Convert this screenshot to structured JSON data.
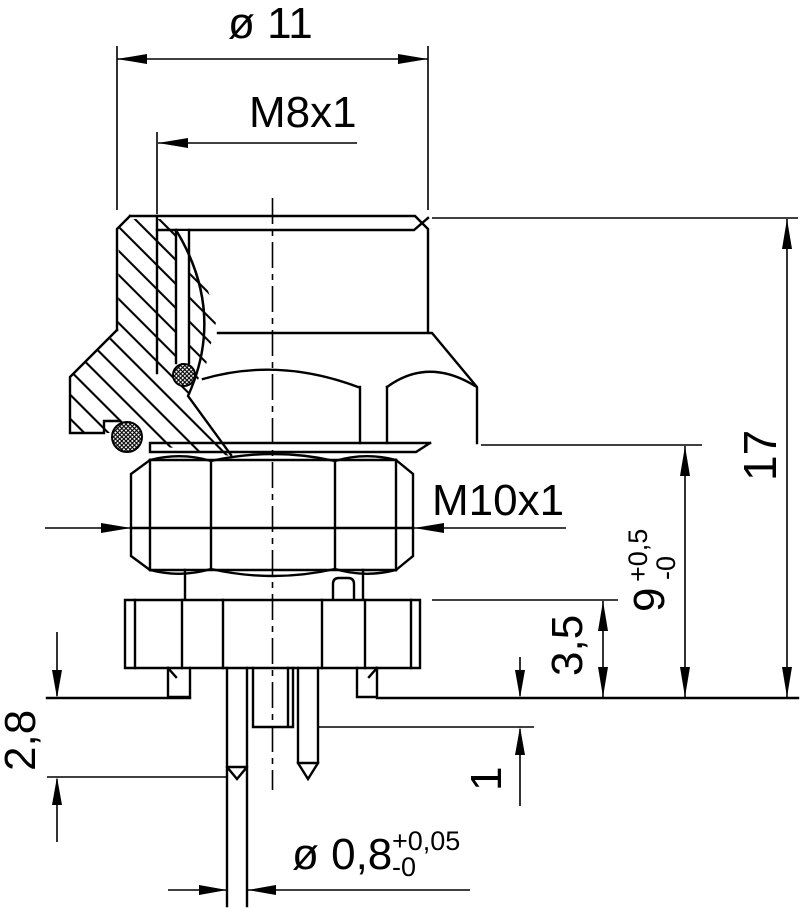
{
  "drawing": {
    "kind": "connector cross-section dimension drawing",
    "colors": {
      "line": "#000000",
      "background": "#ffffff"
    },
    "dims": {
      "dia11": "ø 11",
      "m8": "M8x1",
      "m10": "M10x1",
      "d17": "17",
      "d9": "9",
      "d9_tol_plus": "+0,5",
      "d9_tol_minus": "-0",
      "d35": "3,5",
      "d28": "2,8",
      "d1": "1",
      "dia08": "ø 0,8",
      "dia08_tol_plus": "+0,05",
      "dia08_tol_minus": "-0"
    }
  }
}
